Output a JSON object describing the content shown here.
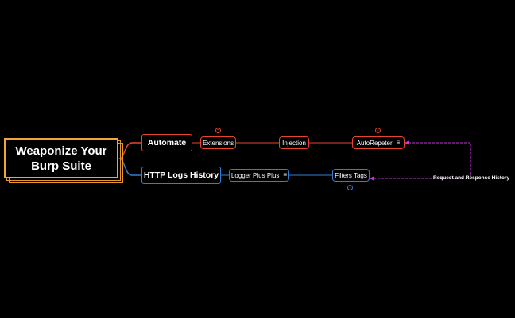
{
  "mindmap": {
    "root": {
      "title": "Weaponize Your Burp Suite"
    },
    "branches": [
      {
        "label": "Automate",
        "color": "#e8452c",
        "children": [
          {
            "label": "Extensions",
            "badge": "4"
          },
          {
            "label": "Injection"
          },
          {
            "label": "AutoRepeter",
            "badge": "2",
            "has_notes": true
          }
        ]
      },
      {
        "label": "HTTP Logs History",
        "color": "#2f7fd2",
        "children": [
          {
            "label": "Logger Plus Plus",
            "has_notes": true
          },
          {
            "label": "Filters Tags",
            "badge": "1"
          }
        ]
      }
    ],
    "relationship": {
      "label": "Request and Response History",
      "color": "#c23ad6"
    },
    "colors": {
      "background": "#000000",
      "root_border": "#f2a63a",
      "red_branch": "#e8452c",
      "blue_branch": "#2f7fd2",
      "relationship": "#c23ad6"
    },
    "icons": {
      "notes": "notes-icon"
    }
  }
}
